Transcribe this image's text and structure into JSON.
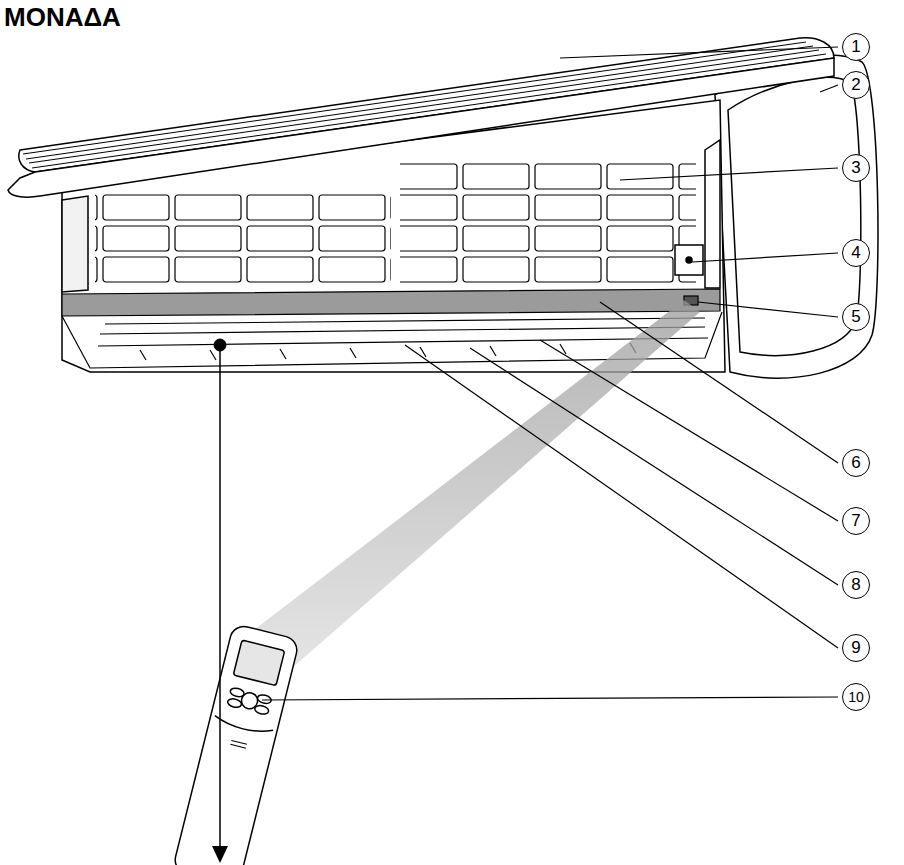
{
  "diagram": {
    "title": "ΜΟΝΑΔΑ",
    "labels": [
      "1",
      "2",
      "3",
      "4",
      "5",
      "6",
      "7",
      "8",
      "9",
      "10"
    ]
  }
}
